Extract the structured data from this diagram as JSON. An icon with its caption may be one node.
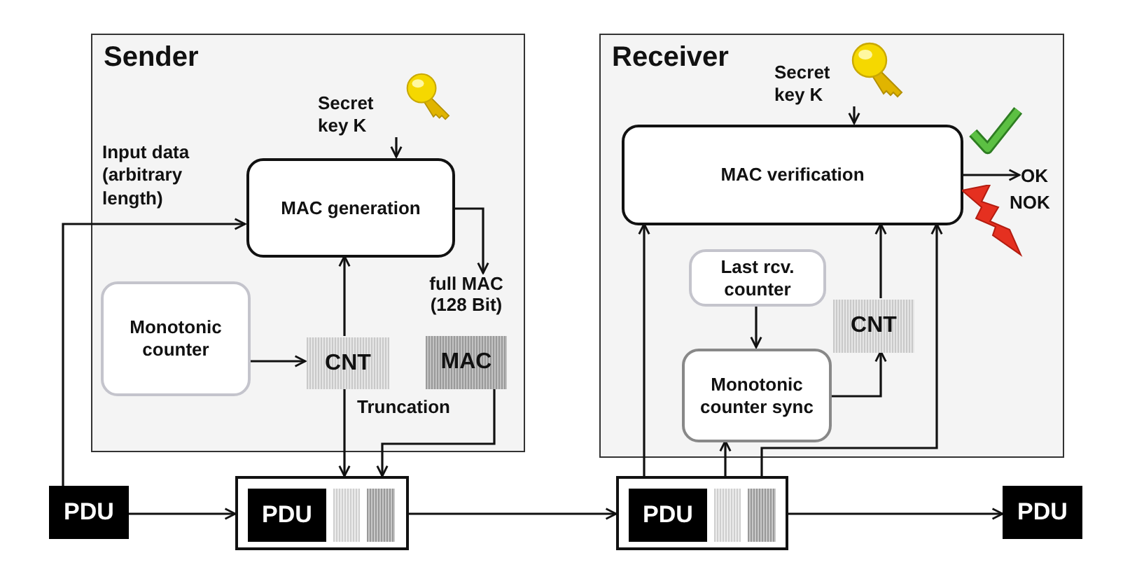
{
  "diagram": {
    "nodes": [
      {
        "text": [
          "Sender"
        ]
      },
      {
        "text": [
          "Secret key K"
        ],
        "in": 0
      },
      {
        "text": [
          "MAC generation"
        ],
        "in": 0
      },
      {
        "text": [
          "Monotonic counter"
        ],
        "in": 0
      },
      {
        "text": [
          "CNT"
        ],
        "in": 0
      },
      {
        "text": [
          "MAC"
        ],
        "in": 0,
        "beside": [
          "full MAC (128 Bit)"
        ]
      },
      {
        "text": [
          "Receiver"
        ]
      },
      {
        "text": [
          "Secret key K"
        ],
        "in": 6
      },
      {
        "text": [
          "MAC verification"
        ],
        "in": 6
      },
      {
        "text": [
          "OK"
        ],
        "in": 6
      },
      {
        "text": [
          "Last rcv. counter"
        ],
        "in": 6
      },
      {
        "text": [
          "Monotonic counter sync"
        ],
        "in": 6
      },
      {
        "text": [
          "CNT"
        ],
        "in": 6
      },
      {
        "text": [
          "PDU"
        ]
      },
      {
        "text": [],
        "shape": "box"
      },
      {
        "text": [
          "PDU"
        ],
        "in": 14
      },
      {
        "text": [],
        "shape": "bar",
        "in": 14
      },
      {
        "text": [],
        "shape": "bar",
        "in": 14
      },
      {
        "text": [],
        "shape": "box"
      },
      {
        "text": [
          "PDU"
        ],
        "in": 18
      },
      {
        "text": [],
        "shape": "bar",
        "in": 18
      },
      {
        "text": [],
        "shape": "bar",
        "in": 18
      },
      {
        "text": [
          "PDU"
        ]
      }
    ],
    "edges": [
      {
        "from": 1,
        "to": 2,
        "arrow": "to"
      },
      {
        "from": 13,
        "to": 2,
        "arrow": "to",
        "label": "Input data (arbitrary length)"
      },
      {
        "from": 3,
        "to": 4,
        "arrow": "to"
      },
      {
        "from": 4,
        "to": 2,
        "arrow": "to"
      },
      {
        "from": 2,
        "to": 5,
        "arrow": "to"
      },
      {
        "from": 4,
        "to": 14,
        "arrow": "to"
      },
      {
        "from": 5,
        "to": 14,
        "arrow": "to",
        "label": "Truncation"
      },
      {
        "from": 13,
        "to": 14,
        "arrow": "to"
      },
      {
        "from": 14,
        "to": 18,
        "arrow": "to"
      },
      {
        "from": 18,
        "to": 22,
        "arrow": "to"
      },
      {
        "from": 7,
        "to": 8,
        "arrow": "to"
      },
      {
        "from": 8,
        "to": 9,
        "arrow": "to"
      },
      {
        "from": 10,
        "to": 11,
        "arrow": "to"
      },
      {
        "from": 11,
        "to": 12,
        "arrow": "to"
      },
      {
        "from": 12,
        "to": 8,
        "arrow": "to"
      },
      {
        "from": 18,
        "to": 8,
        "arrow": "to"
      },
      {
        "from": 18,
        "to": 11,
        "arrow": "to"
      },
      {
        "from": 18,
        "to": 8,
        "arrow": "to"
      }
    ],
    "labels": [
      "NOK"
    ]
  }
}
